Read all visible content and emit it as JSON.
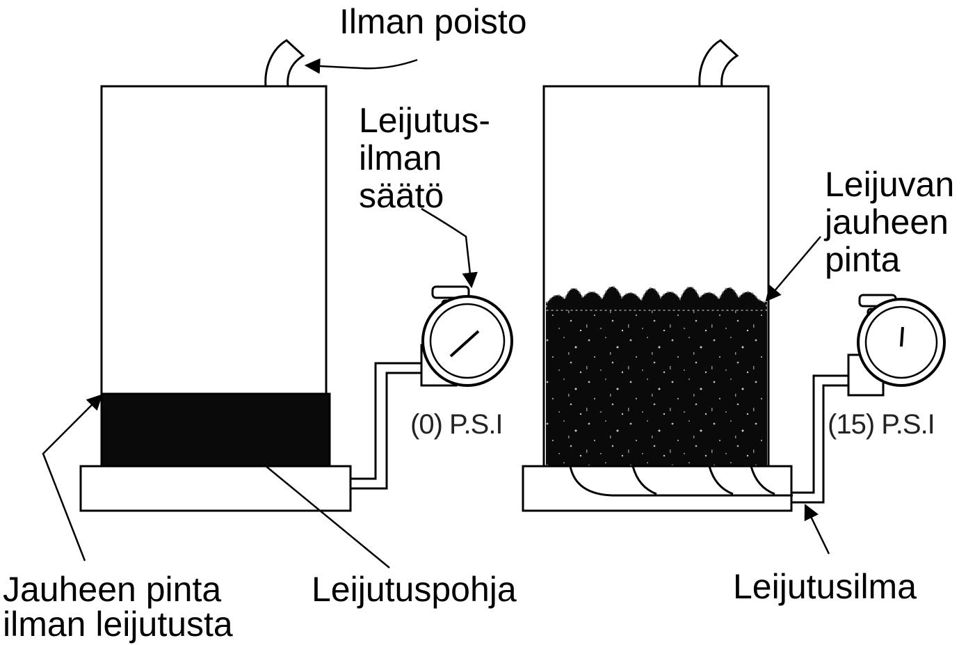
{
  "labels": {
    "air_exhaust": "Ilman poisto",
    "fluid_air_adjust": [
      "Leijutus-",
      "ilman",
      "säätö"
    ],
    "fluid_surface": [
      "Leijuvan",
      "jauheen",
      "pinta"
    ],
    "surface_no_fluid": [
      "Jauheen pinta",
      "ilman leijutusta"
    ],
    "fluid_bed": "Leijutuspohja",
    "fluid_air": "Leijutusilma"
  },
  "gauges": {
    "left_reading": "(0) P.S.I",
    "right_reading": "(15) P.S.I"
  },
  "colors": {
    "ink": "#000000",
    "powder": "#0a0a0a",
    "background": "#ffffff"
  }
}
